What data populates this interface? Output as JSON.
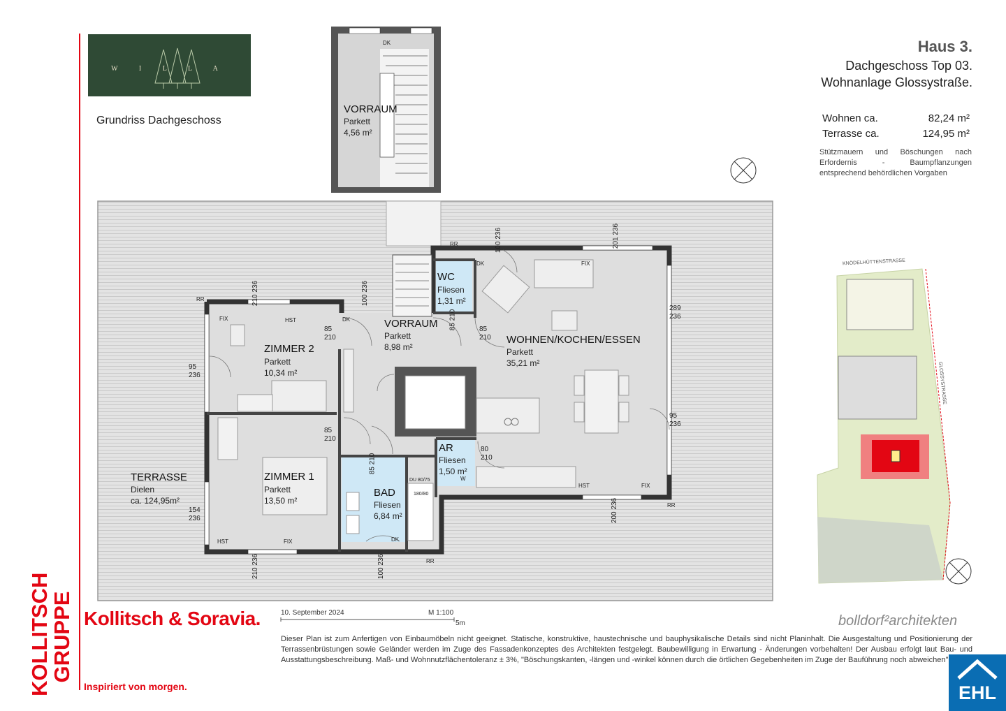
{
  "brand": {
    "logo_text": "W I L L A"
  },
  "plan_title": "Grundriss Dachgeschoss",
  "header": {
    "house": "Haus 3.",
    "floor": "Dachgeschoss Top 03.",
    "complex": "Wohnanlage Glossystraße."
  },
  "areas": [
    {
      "label": "Wohnen ca.",
      "value": "82,24 m²"
    },
    {
      "label": "Terrasse ca.",
      "value": "124,95 m²"
    }
  ],
  "note": "Stützmauern und Böschungen nach Erfordernis - Baumpflanzungen entsprechend behördlichen Vorgaben",
  "rooms": {
    "vorraum_top": {
      "name": "VORRAUM",
      "floor": "Parkett",
      "area": "4,56 m²"
    },
    "wc": {
      "name": "WC",
      "floor": "Fliesen",
      "area": "1,31 m²"
    },
    "vorraum": {
      "name": "VORRAUM",
      "floor": "Parkett",
      "area": "8,98 m²"
    },
    "wohnen": {
      "name": "WOHNEN/KOCHEN/ESSEN",
      "floor": "Parkett",
      "area": "35,21 m²"
    },
    "zimmer2": {
      "name": "ZIMMER 2",
      "floor": "Parkett",
      "area": "10,34 m²"
    },
    "zimmer1": {
      "name": "ZIMMER 1",
      "floor": "Parkett",
      "area": "13,50 m²"
    },
    "bad": {
      "name": "BAD",
      "floor": "Fliesen",
      "area": "6,84 m²"
    },
    "ar": {
      "name": "AR",
      "floor": "Fliesen",
      "area": "1,50 m²"
    },
    "terrasse": {
      "name": "TERRASSE",
      "floor": "Dielen",
      "area": "ca. 124,95m²"
    }
  },
  "plan_marks": {
    "dk": "DK",
    "fix": "FIX",
    "hst": "HST",
    "rr": "RR",
    "w": "W",
    "du": "DU 80/75",
    "wanne": "180/80"
  },
  "dims": {
    "d100_236": [
      "100",
      "236"
    ],
    "d201_236": [
      "201",
      "236"
    ],
    "d210_236": [
      "210",
      "236"
    ],
    "d289_236": [
      "289",
      "236"
    ],
    "d95_236": [
      "95",
      "236"
    ],
    "d85_210": [
      "85",
      "210"
    ],
    "d80_210": [
      "80",
      "210"
    ],
    "d154_236": [
      "154",
      "236"
    ],
    "d200_236": [
      "200",
      "236"
    ]
  },
  "site_plan": {
    "street1": "KNÖDELHÜTTENSTRASSE",
    "street2": "GLOSSYSTRASSE"
  },
  "footer": {
    "company_logo": "KOLLITSCH GRUPPE",
    "company": "Kollitsch & Soravia.",
    "slogan": "Inspiriert von morgen.",
    "date": "10. September 2024",
    "scale": "M 1:100",
    "scale_bar": "5m",
    "architect": "bolldorf²architekten",
    "disclaimer": "Dieser Plan ist zum Anfertigen von Einbaumöbeln nicht geeignet. Statische, konstruktive, haustechnische und bauphysikalische Details sind nicht Planinhalt. Die Ausgestaltung und Positionierung der Terrassenbrüstungen sowie Geländer werden im Zuge des Fassadenkonzeptes des Architekten festgelegt. Baubewilligung in Erwartung - Änderungen vorbehalten! Der Ausbau erfolgt laut Bau- und Ausstattungsbeschreibung. Maß- und Wohnnutzflächentoleranz ± 3%, \"Böschungskanten, -längen und -winkel können durch die örtlichen Gegebenheiten im Zuge der Bauführung noch abweichen\"",
    "ehl": "EHL"
  },
  "colors": {
    "brand_red": "#e30613",
    "logo_green": "#2f4a35",
    "ehl_blue": "#0a6db3",
    "bath_blue": "#cfe8f6",
    "floor_gray": "#dcdcdc"
  }
}
